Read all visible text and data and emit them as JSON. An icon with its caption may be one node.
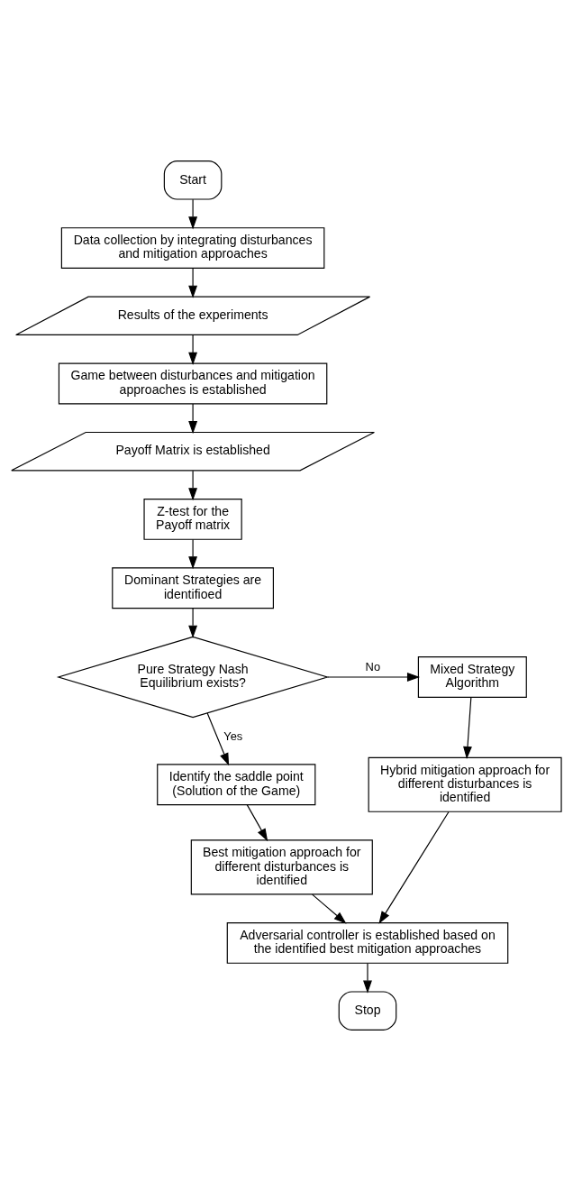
{
  "diagram": {
    "nodes": [
      {
        "text": [
          "Start"
        ]
      },
      {
        "text": [
          "Data collection by integrating disturbances and mitigation approaches"
        ]
      },
      {
        "text": [
          "Results of the experiments"
        ]
      },
      {
        "text": [
          "Game between disturbances and mitigation approaches is established"
        ]
      },
      {
        "text": [
          "Payoff Matrix is established"
        ]
      },
      {
        "text": [
          "Z-test for the Payoff matrix"
        ]
      },
      {
        "text": [
          "Dominant Strategies are identifioed"
        ]
      },
      {
        "text": [
          "Pure Strategy Nash Equilibrium exists?"
        ]
      },
      {
        "text": [
          "Mixed Strategy Algorithm"
        ]
      },
      {
        "text": [
          "Identify the saddle point (Solution of the Game)"
        ]
      },
      {
        "text": [
          "Hybrid mitigation approach for different disturbances is identified"
        ]
      },
      {
        "text": [
          "Best mitigation approach for different disturbances is identified"
        ]
      },
      {
        "text": [
          "Adversarial controller is established based on the identified best mitigation approaches"
        ]
      },
      {
        "text": [
          "Stop"
        ]
      }
    ],
    "edges": [
      {
        "from": 0,
        "to": 1,
        "arrow": "to"
      },
      {
        "from": 1,
        "to": 2,
        "arrow": "to"
      },
      {
        "from": 2,
        "to": 3,
        "arrow": "to"
      },
      {
        "from": 3,
        "to": 4,
        "arrow": "to"
      },
      {
        "from": 4,
        "to": 5,
        "arrow": "to"
      },
      {
        "from": 5,
        "to": 6,
        "arrow": "to"
      },
      {
        "from": 6,
        "to": 7,
        "arrow": "to"
      },
      {
        "from": 7,
        "to": 8,
        "arrow": "to",
        "label": "No"
      },
      {
        "from": 7,
        "to": 9,
        "arrow": "to",
        "label": "Yes"
      },
      {
        "from": 8,
        "to": 10,
        "arrow": "to"
      },
      {
        "from": 9,
        "to": 11,
        "arrow": "to"
      },
      {
        "from": 11,
        "to": 12,
        "arrow": "to"
      },
      {
        "from": 10,
        "to": 12,
        "arrow": "to"
      },
      {
        "from": 12,
        "to": 13,
        "arrow": "to"
      }
    ]
  }
}
